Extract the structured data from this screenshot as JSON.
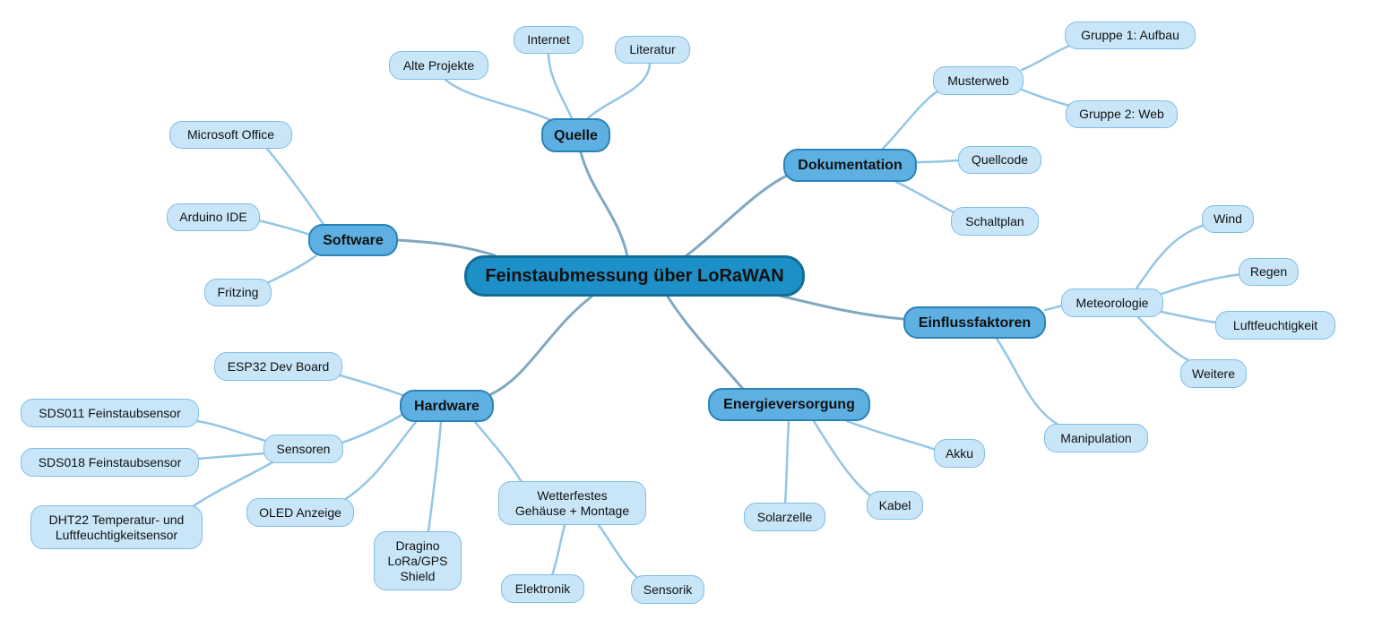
{
  "colors": {
    "root_fill": "#1e90c8",
    "main_fill": "#5fb0e2",
    "sub_fill": "#c9e6f8",
    "root_link": "#7fa9c2",
    "sub_link": "#93c6e6"
  },
  "root": {
    "label": "Feinstaubmessung über LoRaWAN"
  },
  "quelle": {
    "label": "Quelle",
    "alte_projekte": "Alte Projekte",
    "internet": "Internet",
    "literatur": "Literatur"
  },
  "dokumentation": {
    "label": "Dokumentation",
    "musterweb": "Musterweb",
    "gruppe1": "Gruppe 1: Aufbau",
    "gruppe2": "Gruppe 2: Web",
    "quellcode": "Quellcode",
    "schaltplan": "Schaltplan"
  },
  "software": {
    "label": "Software",
    "office": "Microsoft Office",
    "arduino": "Arduino IDE",
    "fritzing": "Fritzing"
  },
  "einfluss": {
    "label": "Einflussfaktoren",
    "meteorologie": "Meteorologie",
    "wind": "Wind",
    "regen": "Regen",
    "luftfeuchtigkeit": "Luftfeuchtigkeit",
    "weitere": "Weitere",
    "manipulation": "Manipulation"
  },
  "hardware": {
    "label": "Hardware",
    "esp32": "ESP32 Dev Board",
    "sensoren": "Sensoren",
    "sds011": "SDS011 Feinstaubsensor",
    "sds018": "SDS018 Feinstaubsensor",
    "dht22": "DHT22 Temperatur- und\nLuftfeuchtigkeitsensor",
    "oled": "OLED Anzeige",
    "dragino": "Dragino\nLoRa/GPS\nShield",
    "gehaeuse": "Wetterfestes\nGehäuse + Montage",
    "elektronik": "Elektronik",
    "sensorik": "Sensorik"
  },
  "energie": {
    "label": "Energieversorgung",
    "akku": "Akku",
    "kabel": "Kabel",
    "solarzelle": "Solarzelle"
  }
}
